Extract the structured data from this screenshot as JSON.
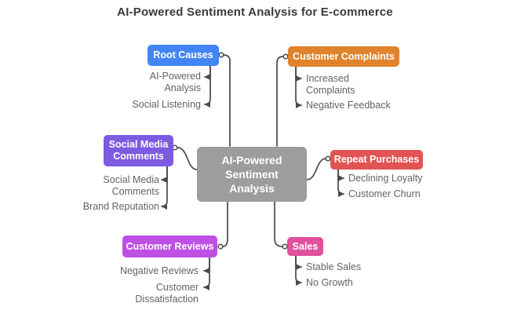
{
  "title": "AI-Powered Sentiment Analysis for E-commerce",
  "center": {
    "label": "AI-Powered Sentiment Analysis",
    "color": "#9d9d9d"
  },
  "branches": [
    {
      "label": "Root Causes",
      "color": "#4285f4",
      "items": [
        "AI-Powered Analysis",
        "Social Listening"
      ]
    },
    {
      "label": "Customer Complaints",
      "color": "#e0832d",
      "items": [
        "Increased Complaints",
        "Negative Feedback"
      ]
    },
    {
      "label": "Social Media Comments",
      "color": "#7d5be0",
      "items": [
        "Social Media Comments",
        "Brand Reputation"
      ]
    },
    {
      "label": "Repeat Purchases",
      "color": "#e25454",
      "items": [
        "Declining Loyalty",
        "Customer Churn"
      ]
    },
    {
      "label": "Customer Reviews",
      "color": "#be50e4",
      "items": [
        "Negative Reviews",
        "Customer Dissatisfaction"
      ]
    },
    {
      "label": "Sales",
      "color": "#e0519d",
      "items": [
        "Stable Sales",
        "No Growth"
      ]
    }
  ],
  "colors": {
    "connector": "#4a4a4a",
    "sub_text": "#5f6368",
    "title_text": "#3a3a3a",
    "node_text": "#ffffff",
    "background": "#ffffff"
  }
}
